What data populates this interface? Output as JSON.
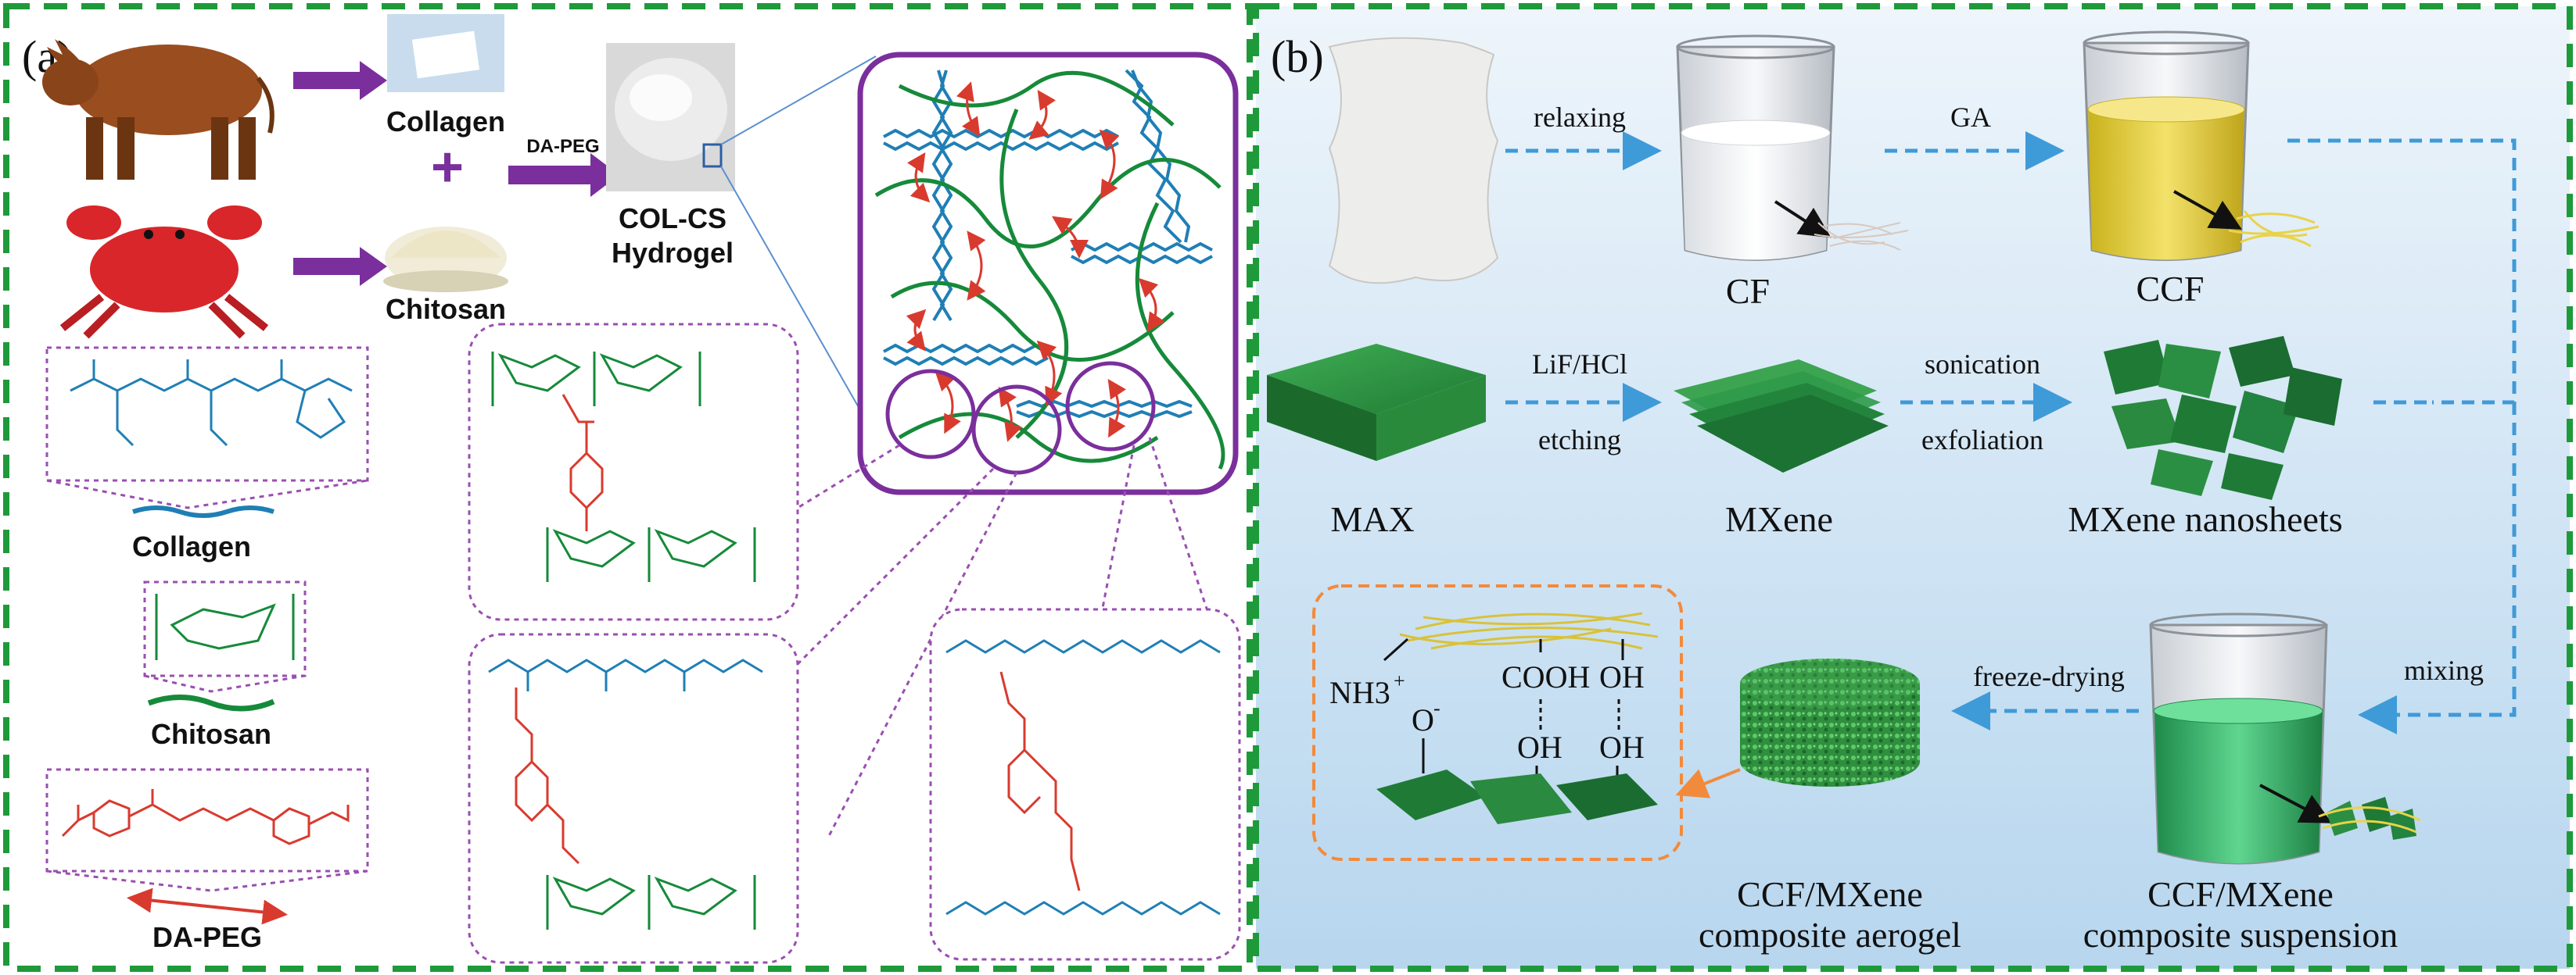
{
  "panel_a": {
    "label": "(a)",
    "collagen_label": "Collagen",
    "chitosan_label": "Chitosan",
    "crosslinker_label": "DA-PEG",
    "hydrogel_label_line1": "COL-CS",
    "hydrogel_label_line2": "Hydrogel",
    "plus_sign": "+",
    "collagen_struct_label": "Collagen",
    "chitosan_struct_label": "Chitosan",
    "dapeg_struct_label": "DA-PEG",
    "colors": {
      "border": "#1e9a3a",
      "arrow": "#7a2f9c",
      "collagen_chain": "#1f7fb5",
      "chitosan_chain": "#168a3a",
      "crosslink": "#d93a2e",
      "callout": "#9a4fb0"
    }
  },
  "panel_b": {
    "label": "(b)",
    "step_relaxing": "relaxing",
    "step_ga": "GA",
    "label_cf": "CF",
    "label_ccf": "CCF",
    "step_lif": "LiF/HCl",
    "step_etching": "etching",
    "step_sonication": "sonication",
    "step_exfoliation": "exfoliation",
    "label_max": "MAX",
    "label_mxene": "MXene",
    "label_nanosheets": "MXene nanosheets",
    "step_mixing": "mixing",
    "step_freeze": "freeze-drying",
    "aerogel_line1": "CCF/MXene",
    "aerogel_line2": "composite aerogel",
    "suspension_line1": "CCF/MXene",
    "suspension_line2": "composite suspension",
    "chem_nh3": "NH3",
    "chem_o": "O",
    "chem_cooh": "COOH",
    "chem_oh": "OH",
    "colors": {
      "background_top": "#e6f1fa",
      "background_bottom": "#b9d8ef",
      "arrow": "#3f9ad8",
      "callout": "#f28a3c",
      "mxene": "#2f9a4a"
    }
  }
}
